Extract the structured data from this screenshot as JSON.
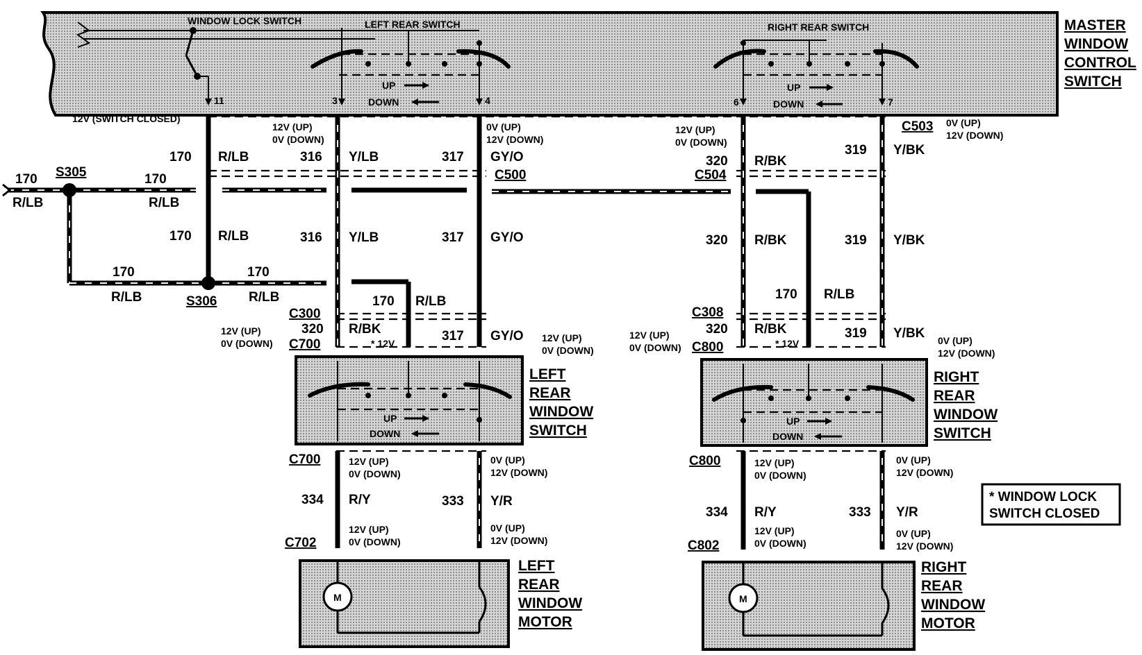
{
  "labels": {
    "window_lock_switch": "WINDOW LOCK SWITCH",
    "left_rear_switch": "LEFT REAR SWITCH",
    "right_rear_switch": "RIGHT REAR SWITCH",
    "master_title": [
      "MASTER",
      "WINDOW",
      "CONTROL",
      "SWITCH"
    ],
    "lr_switch_title": [
      "LEFT",
      "REAR",
      "WINDOW",
      "SWITCH"
    ],
    "rr_switch_title": [
      "RIGHT",
      "REAR",
      "WINDOW",
      "SWITCH"
    ],
    "lr_motor_title": [
      "LEFT",
      "REAR",
      "WINDOW",
      "MOTOR"
    ],
    "rr_motor_title": [
      "RIGHT",
      "REAR",
      "WINDOW",
      "MOTOR"
    ],
    "up": "UP",
    "down": "DOWN",
    "motor": "M",
    "note": [
      "* WINDOW LOCK",
      "SWITCH CLOSED"
    ]
  },
  "pins": {
    "p11": "11",
    "p3": "3",
    "p4": "4",
    "p6": "6",
    "p7": "7"
  },
  "voltages": {
    "switch_closed": "12V (SWITCH CLOSED)",
    "up12": "12V (UP)",
    "down0": "0V (DOWN)",
    "up0": "0V (UP)",
    "down12": "12V (DOWN)",
    "star12": "* 12V"
  },
  "circuits": {
    "c170": "170",
    "c316": "316",
    "c317": "317",
    "c320": "320",
    "c319": "319",
    "c334": "334",
    "c333": "333"
  },
  "colors": {
    "rlb": "R/LB",
    "ylb": "Y/LB",
    "gyo": "GY/O",
    "rbk": "R/BK",
    "ybk": "Y/BK",
    "ry": "R/Y",
    "yr": "Y/R"
  },
  "connectors": {
    "c503": "C503",
    "c500": "C500",
    "c504": "C504",
    "c300": "C300",
    "c700": "C700",
    "c308": "C308",
    "c800": "C800",
    "c702": "C702",
    "c802": "C802",
    "s305": "S305",
    "s306": "S306"
  }
}
